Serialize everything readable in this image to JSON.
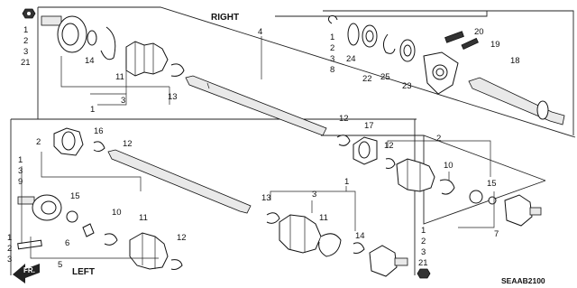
{
  "diagram": {
    "titles": {
      "right": "RIGHT",
      "left": "LEFT",
      "code": "SEAAB2100",
      "front_arrow": "FR."
    },
    "labels": {
      "r_nut_stack": [
        "1",
        "2",
        "3",
        "21"
      ],
      "r_left_stack": [
        "1",
        "2",
        "3",
        "8"
      ],
      "l_side_stack": [
        "1",
        "3",
        "9"
      ],
      "l_bottom_stack": [
        "1",
        "2",
        "3"
      ],
      "l_nut_stack": [
        "1",
        "2",
        "3",
        "21"
      ],
      "r_14": "14",
      "r_11": "11",
      "r_3": "3",
      "r_13": "13",
      "r_1": "1",
      "r_4": "4",
      "r_24": "24",
      "r_22": "22",
      "r_25": "25",
      "r_23": "23",
      "r_20": "20",
      "r_19": "19",
      "r_18": "18",
      "r_12": "12",
      "r_17": "17",
      "r_12b": "12",
      "r_2": "2",
      "r_10": "10",
      "r_15": "15",
      "r_7": "7",
      "l_16": "16",
      "l_12": "12",
      "l_2": "2",
      "l_15": "15",
      "l_10": "10",
      "l_11": "11",
      "l_12b": "12",
      "l_6": "6",
      "l_5": "5",
      "l_13": "13",
      "l_3": "3",
      "l_1": "1",
      "l_11b": "11",
      "l_14": "14"
    }
  }
}
